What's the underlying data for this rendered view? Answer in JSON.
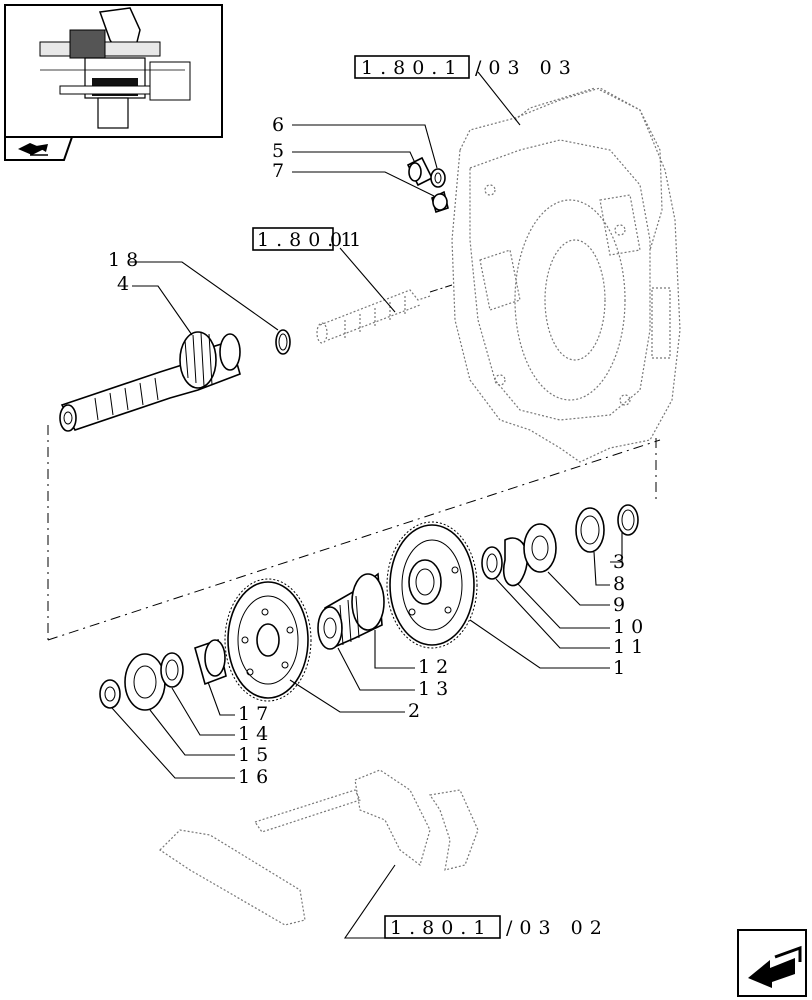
{
  "references": {
    "housing": {
      "boxed": "1.80.1",
      "suffix": "/03 03"
    },
    "shaft": {
      "boxed": "1.80.1",
      "suffix": " 01"
    },
    "fork": {
      "boxed": "1.80.1",
      "suffix": "/03 02"
    }
  },
  "callouts": {
    "c1": "1",
    "c2": "2",
    "c3": "3",
    "c4": "4",
    "c5": "5",
    "c6": "6",
    "c7": "7",
    "c8": "8",
    "c9": "9",
    "c10": "10",
    "c11": "11",
    "c12": "12",
    "c13": "13",
    "c14": "14",
    "c15": "15",
    "c16": "16",
    "c17": "17",
    "c18": "18"
  },
  "icons": {
    "thumbnail": "transmission-thumbnail-icon",
    "book": "book-arrow-icon",
    "next": "next-page-arrow-icon"
  }
}
